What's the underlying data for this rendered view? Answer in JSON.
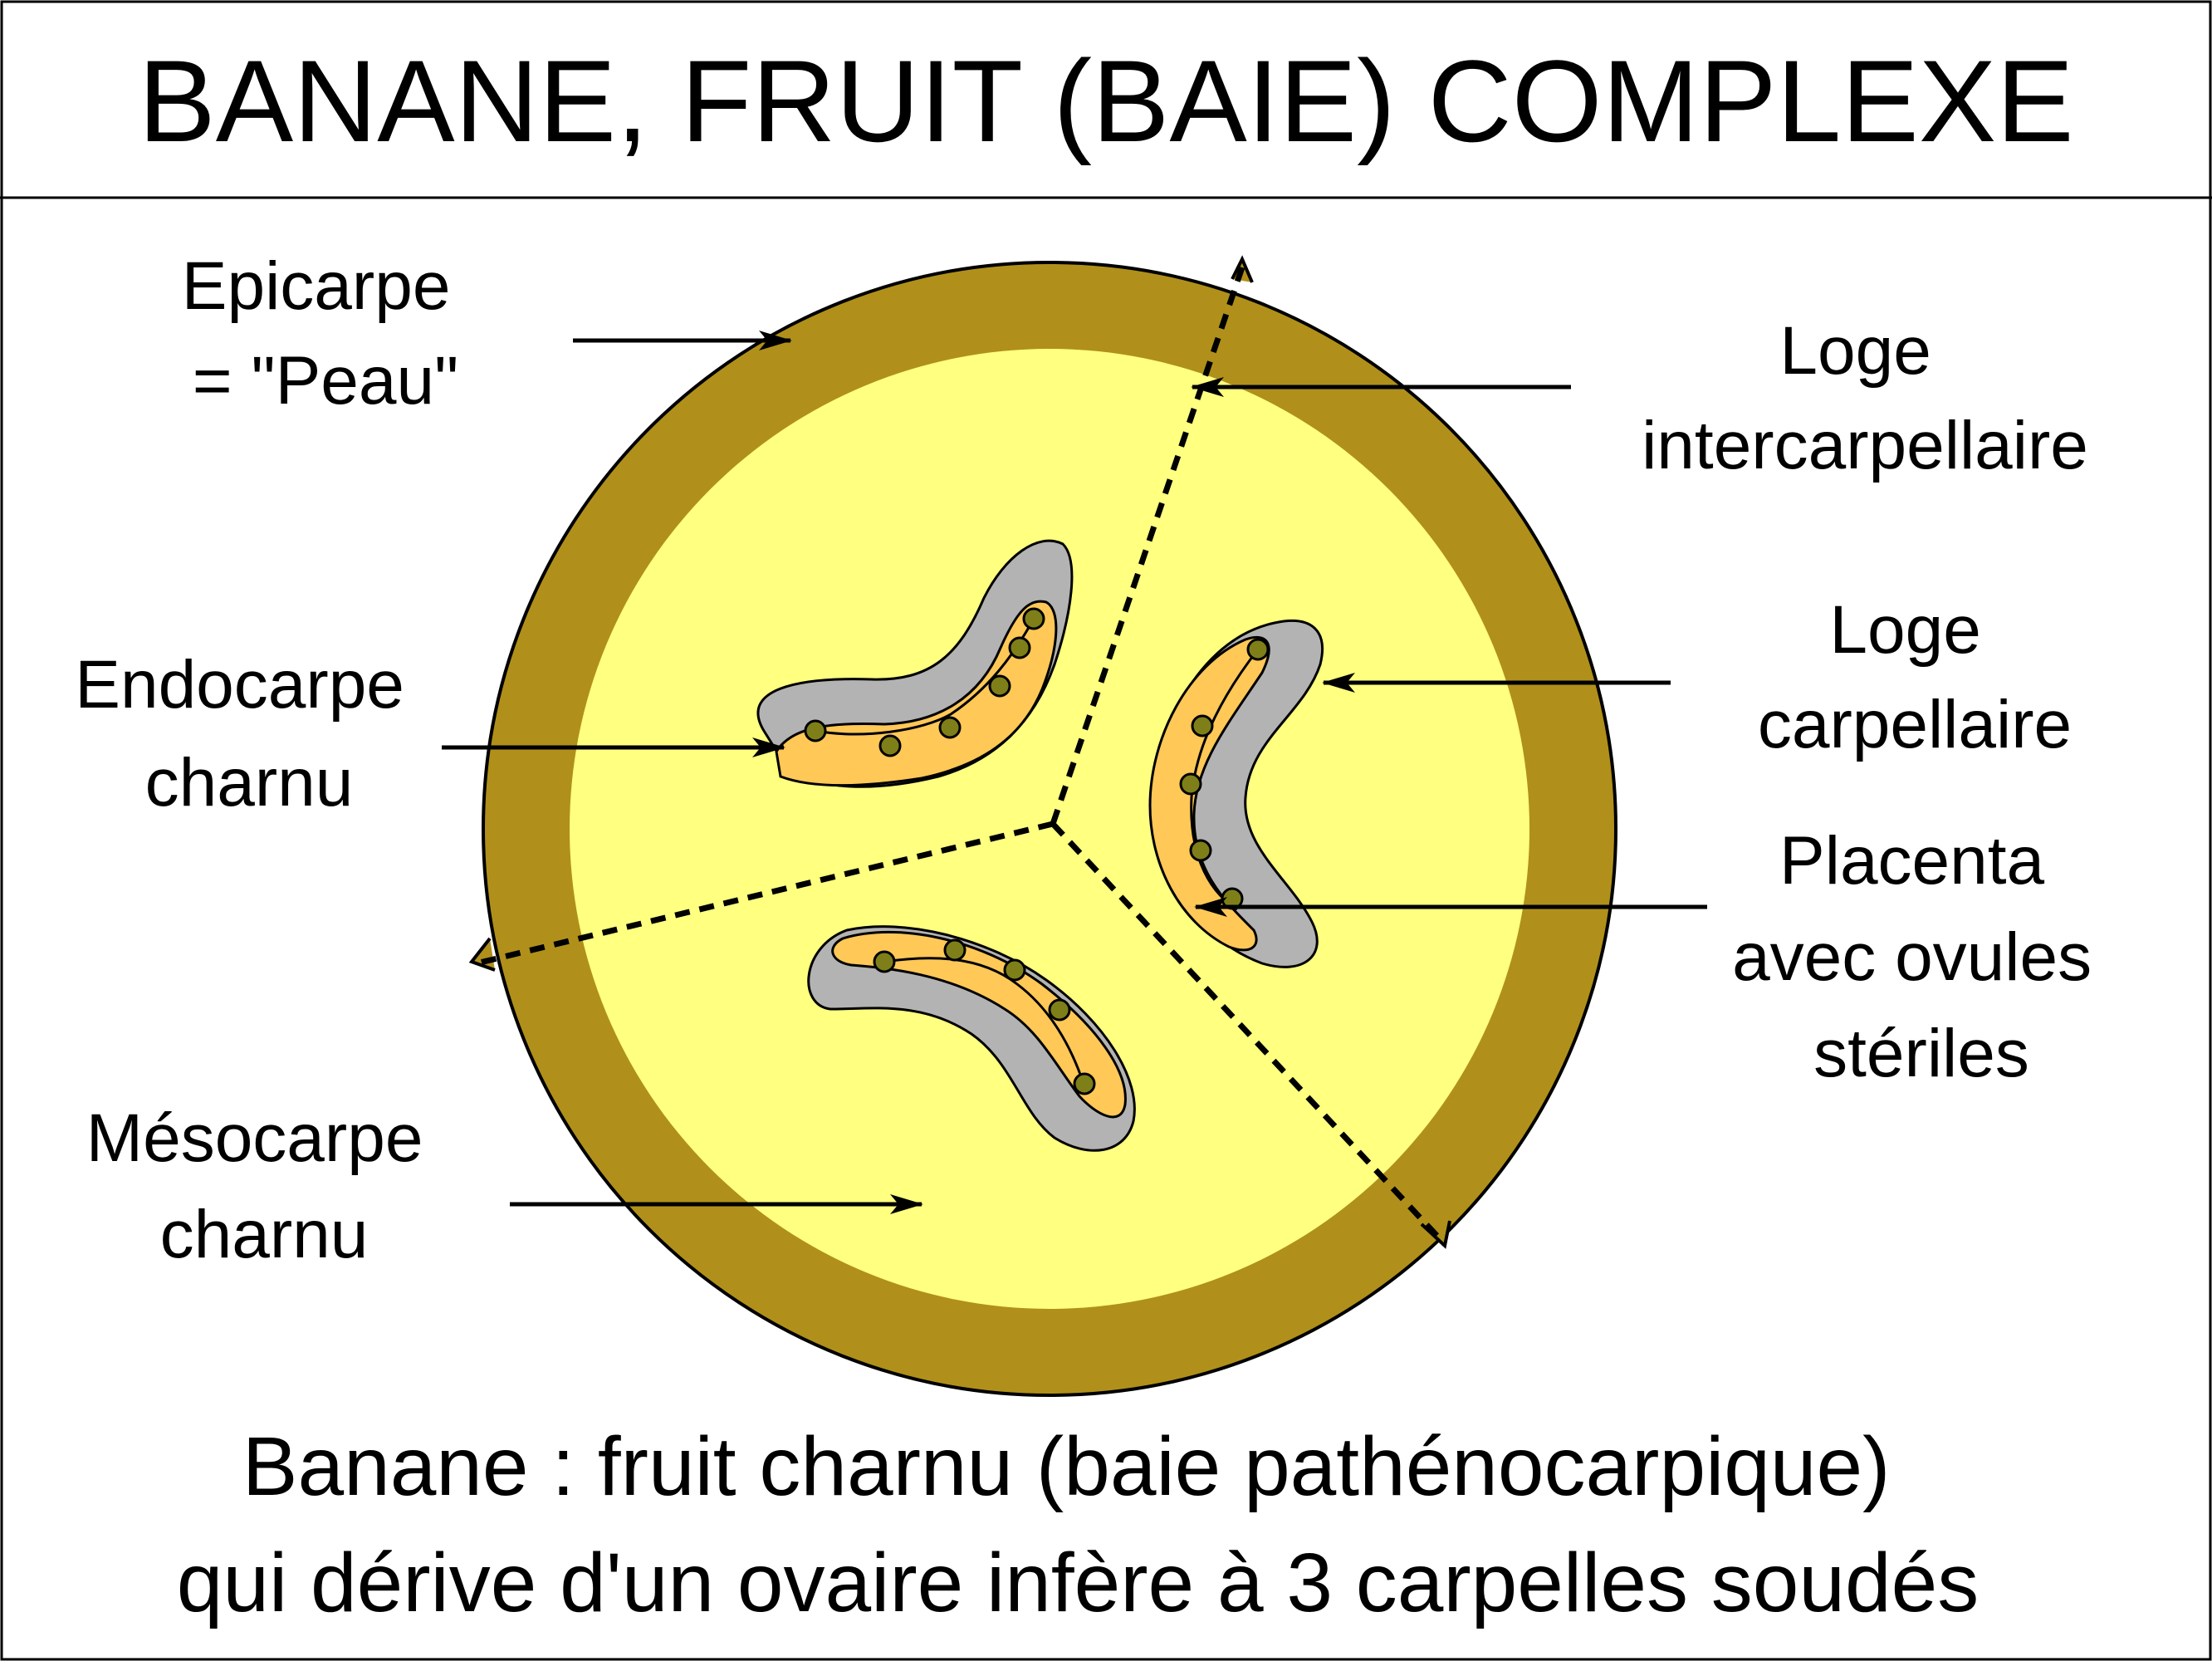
{
  "title": "BANANE, FRUIT (BAIE) COMPLEXE",
  "labels": {
    "epicarpe": [
      "Epicarpe",
      "= \"Peau\""
    ],
    "endocarpe": [
      "Endocarpe",
      "charnu"
    ],
    "mesocarpe": [
      "Mésocarpe",
      "charnu"
    ],
    "loge_inter": [
      "Loge",
      "intercarpellaire"
    ],
    "loge_carp": [
      "Loge",
      "carpellaire"
    ],
    "placenta": [
      "Placenta",
      "avec ovules",
      "stériles"
    ]
  },
  "caption": [
    "Banane : fruit charnu (baie pathénocarpique)",
    "qui dérive d'un ovaire infère à 3 carpelles soudés"
  ],
  "colors": {
    "epicarp": "#b0901a",
    "mesocarp": "#ffff80",
    "endocarp": "#ffc857",
    "locule": "#b3b3b3",
    "ovule": "#7f7f1a",
    "stroke": "#000000"
  }
}
